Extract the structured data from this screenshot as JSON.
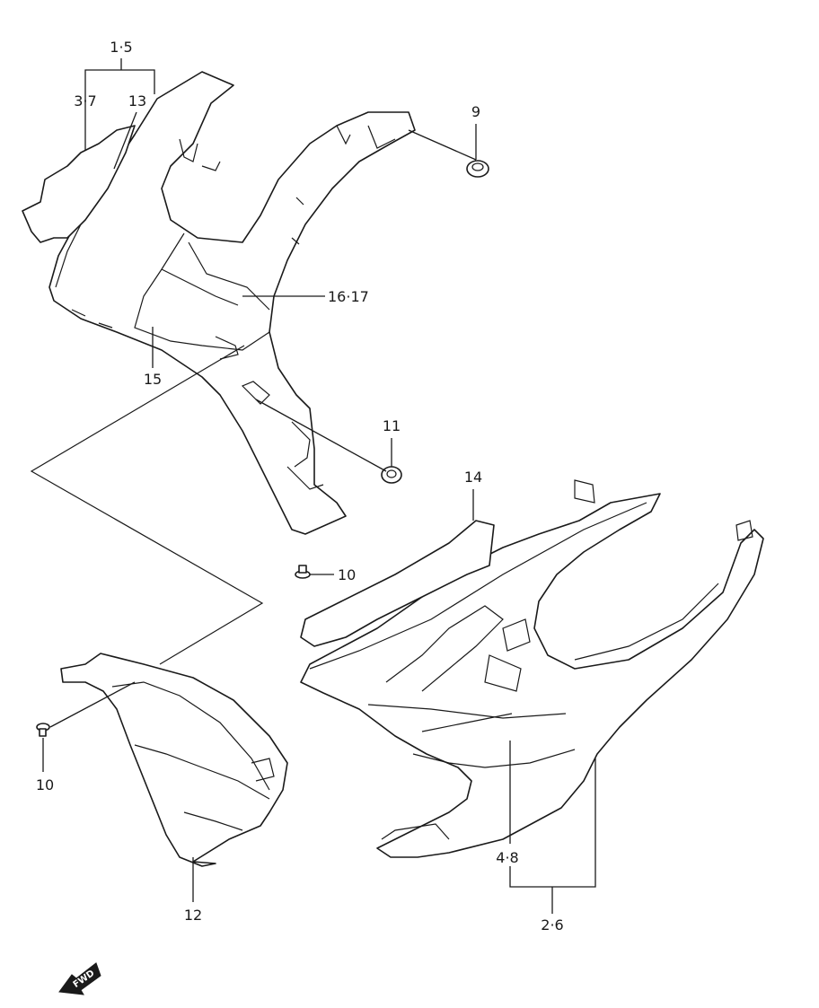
{
  "callouts": [
    {
      "id": "c-1-5",
      "label": "1·5"
    },
    {
      "id": "c-3-7",
      "label": "3·7"
    },
    {
      "id": "c-13",
      "label": "13"
    },
    {
      "id": "c-9",
      "label": "9"
    },
    {
      "id": "c-16-17",
      "label": "16·17"
    },
    {
      "id": "c-15",
      "label": "15"
    },
    {
      "id": "c-11",
      "label": "11"
    },
    {
      "id": "c-14",
      "label": "14"
    },
    {
      "id": "c-10a",
      "label": "10"
    },
    {
      "id": "c-10b",
      "label": "10"
    },
    {
      "id": "c-12",
      "label": "12"
    },
    {
      "id": "c-4-8",
      "label": "4·8"
    },
    {
      "id": "c-2-6",
      "label": "2·6"
    }
  ],
  "fwd_badge": {
    "label": "FWD"
  }
}
